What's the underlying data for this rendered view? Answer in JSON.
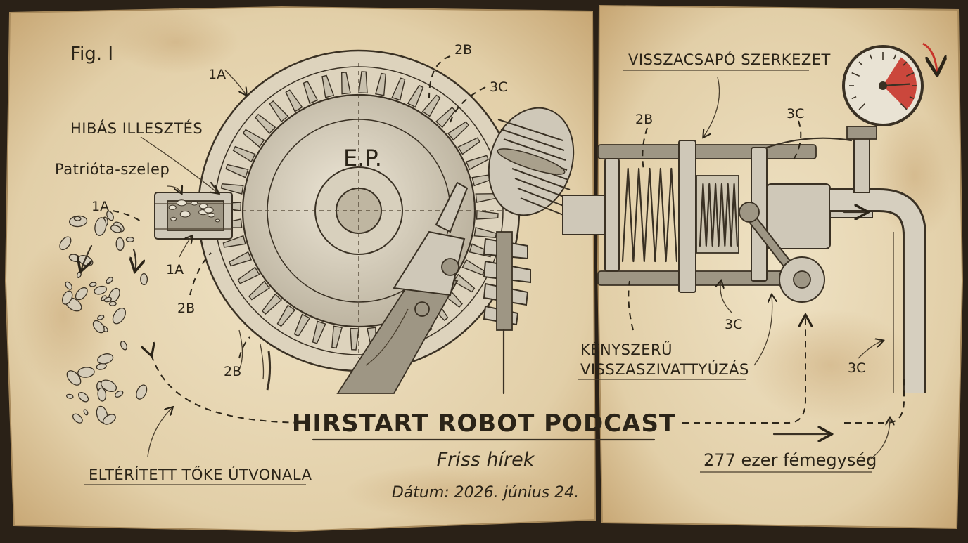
{
  "labels": {
    "fig": "Fig. I",
    "misfit": "HIBÁS ILLESZTÉS",
    "valve": "Patrióta-szelep",
    "ep": "E.P.",
    "check_structure": "VISSZACSAPÓ SZERKEZET",
    "forced_pumpback": "KÉNYSZERŰ",
    "forced_pumpback_2": "VISSZASZIVATTYÚZÁS",
    "diverted_capital": "ELTÉRÍTETT TŐKE ÚTVONALA",
    "metal_units": "277 ezer fémegység"
  },
  "callouts": {
    "c1a_top": "1A",
    "c1a_left": "1A",
    "c1a_low": "1A",
    "c2b_top": "2B",
    "c2b_mid": "2B",
    "c2b_low": "2B",
    "c2b_right": "2B",
    "c3c_top": "3C",
    "c3c_right": "3C",
    "c3c_mid": "3C",
    "c3c_far": "3C"
  },
  "footer": {
    "title": "HIRSTART ROBOT PODCAST",
    "subtitle": "Friss hírek",
    "date": "Dátum: 2026. június 24."
  },
  "gauge": {
    "level_fraction": 0.82,
    "danger_color": "#c8352b"
  },
  "colors": {
    "paper": "#e6d5b3",
    "paper_stain": "#c9a877",
    "ink": "#2b2418",
    "accent_red": "#c8352b"
  },
  "icons": [
    "gear-icon",
    "microphone-icon",
    "robot-hand-icon",
    "spring-icon",
    "pressure-gauge-icon",
    "pipe-icon",
    "valve-icon"
  ]
}
